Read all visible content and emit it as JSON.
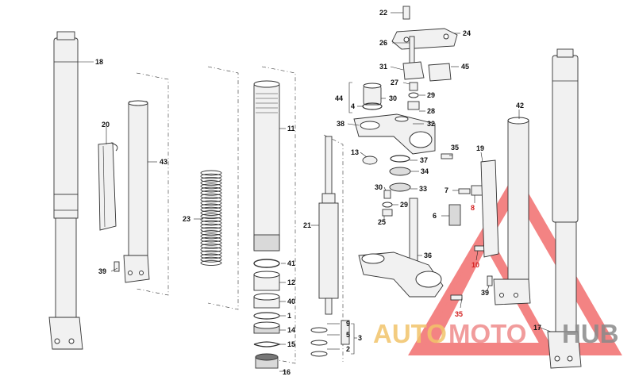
{
  "labels": {
    "l1": "1",
    "l2": "2",
    "l3": "3",
    "l4": "4",
    "l5": "5",
    "l6": "6",
    "l7": "7",
    "l8": "8",
    "l9": "9",
    "l10": "10",
    "l11": "11",
    "l12": "12",
    "l13": "13",
    "l14": "14",
    "l15": "15",
    "l16": "16",
    "l17": "17",
    "l18": "18",
    "l19": "19",
    "l20": "20",
    "l21": "21",
    "l22": "22",
    "l23": "23",
    "l24": "24",
    "l25": "25",
    "l26": "26",
    "l27": "27",
    "l28": "28",
    "l29a": "29",
    "l29b": "29",
    "l30a": "30",
    "l30b": "30",
    "l31": "31",
    "l32": "32",
    "l33": "33",
    "l34": "34",
    "l35a": "35",
    "l35b": "35",
    "l36": "36",
    "l37": "37",
    "l38": "38",
    "l39a": "39",
    "l39b": "39",
    "l40": "40",
    "l41": "41",
    "l42": "42",
    "l43": "43",
    "l44": "44",
    "l45": "45"
  },
  "watermark": {
    "word_a": "AUTO",
    "word_b": "MOTO",
    "word_c": "HUB",
    "colors": {
      "auto": "#f2c46a",
      "moto": "#ef8b8b",
      "hub": "#8a8a8a",
      "triangle": "#ef5a5a"
    }
  },
  "colors": {
    "line": "#333333",
    "label": "#111111",
    "red_label": "#d32020"
  }
}
